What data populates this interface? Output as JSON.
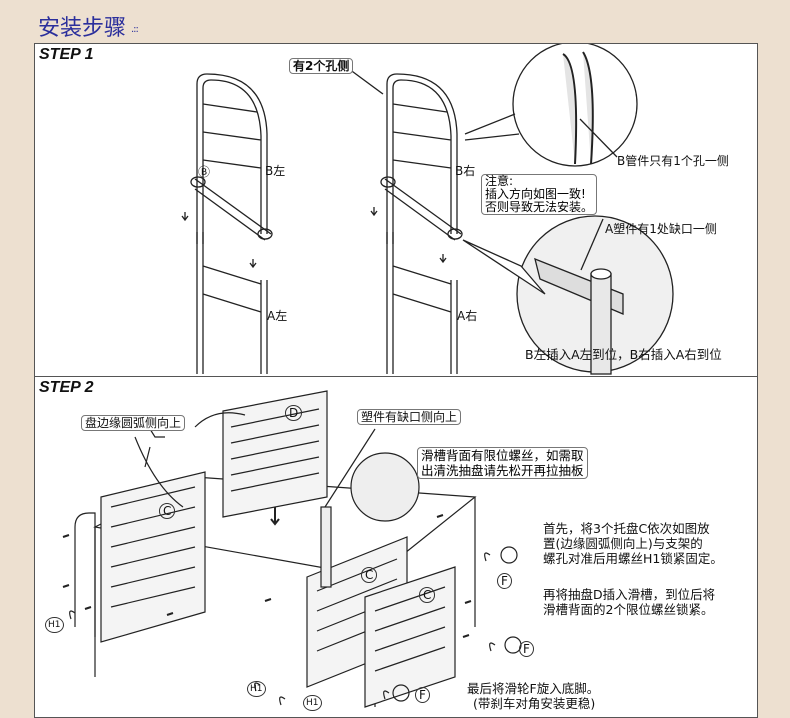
{
  "page": {
    "title": "安装步骤",
    "accent": "#2b2f9c",
    "background": "#ede0d0"
  },
  "step1": {
    "title": "STEP 1",
    "labels": {
      "two_holes_side": "有2个孔侧",
      "b_left": "B左",
      "b_right": "B右",
      "a_left": "A左",
      "a_right": "A右",
      "b_pipe_one_hole": "B管件只有1个孔一侧",
      "a_plastic_notch": "A塑件有1处缺口一侧",
      "note_title": "注意:",
      "note_line1": "插入方向如图一致!",
      "note_line2": "否则导致无法安装。",
      "instruction": "B左插入A左到位，B右插入A右到位"
    }
  },
  "step2": {
    "title": "STEP 2",
    "labels": {
      "arc_edge_up": "盘边缘圆弧侧向上",
      "notch_side_up": "塑件有缺口侧向上",
      "stop_screw_line1": "滑槽背面有限位螺丝，如需取",
      "stop_screw_line2": "出清洗抽盘请先松开再拉抽板",
      "para1_line1": "首先，将3个托盘C依次如图放",
      "para1_line2": "置(边缘圆弧侧向上)与支架的",
      "para1_line3": "螺孔对准后用螺丝H1锁紧固定。",
      "para2_line1": "再将抽盘D插入滑槽，到位后将",
      "para2_line2": "滑槽背面的2个限位螺丝锁紧。",
      "para3_line1": "最后将滑轮F旋入底脚。",
      "para3_line2": "(带刹车对角安装更稳)",
      "part_c": "C",
      "part_d": "D",
      "part_f": "F",
      "part_h1": "H1"
    }
  }
}
